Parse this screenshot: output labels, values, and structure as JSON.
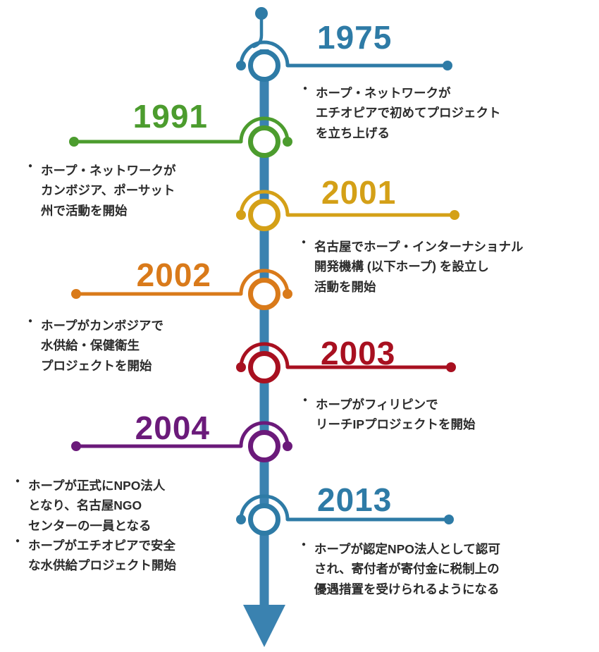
{
  "diagram": {
    "title": "HOPE organization history timeline",
    "spine_color": "#3A82B0",
    "arrow_color": "#3A82B0"
  },
  "events": [
    {
      "id": "1975",
      "year": "1975",
      "side": "right",
      "color": "#2E7BA6",
      "bullets": [
        [
          "ホープ・ネットワークが",
          "エチオピアで初めてプロジェクト",
          "を立ち上げる"
        ]
      ]
    },
    {
      "id": "1991",
      "year": "1991",
      "side": "left",
      "color": "#4C9C2E",
      "bullets": [
        [
          "ホープ・ネットワークが",
          "カンボジア、ポーサット",
          "州で活動を開始"
        ]
      ]
    },
    {
      "id": "2001",
      "year": "2001",
      "side": "right",
      "color": "#D4A017",
      "bullets": [
        [
          "名古屋でホープ・インターナショナル",
          "開発機構 (以下ホープ) を設立し",
          "活動を開始"
        ]
      ]
    },
    {
      "id": "2002",
      "year": "2002",
      "side": "left",
      "color": "#D97A1A",
      "bullets": [
        [
          "ホープがカンボジアで",
          "水供給・保健衛生",
          "プロジェクトを開始"
        ]
      ]
    },
    {
      "id": "2003",
      "year": "2003",
      "side": "right",
      "color": "#A81020",
      "bullets": [
        [
          "ホープがフィリピンで",
          "リーチIPプロジェクトを開始"
        ]
      ]
    },
    {
      "id": "2004",
      "year": "2004",
      "side": "left",
      "color": "#6B1A7A",
      "bullets": [
        [
          "ホープが正式にNPO法人",
          "となり、名古屋NGO",
          "センターの一員となる"
        ],
        [
          "ホープがエチオピアで安全",
          "な水供給プロジェクト開始"
        ]
      ]
    },
    {
      "id": "2013",
      "year": "2013",
      "side": "right",
      "color": "#2E7BA6",
      "bullets": [
        [
          "ホープが認定NPO法人として認可",
          "され、寄付者が寄付金に税制上の",
          "優遇措置を受けられるようになる"
        ]
      ]
    }
  ]
}
